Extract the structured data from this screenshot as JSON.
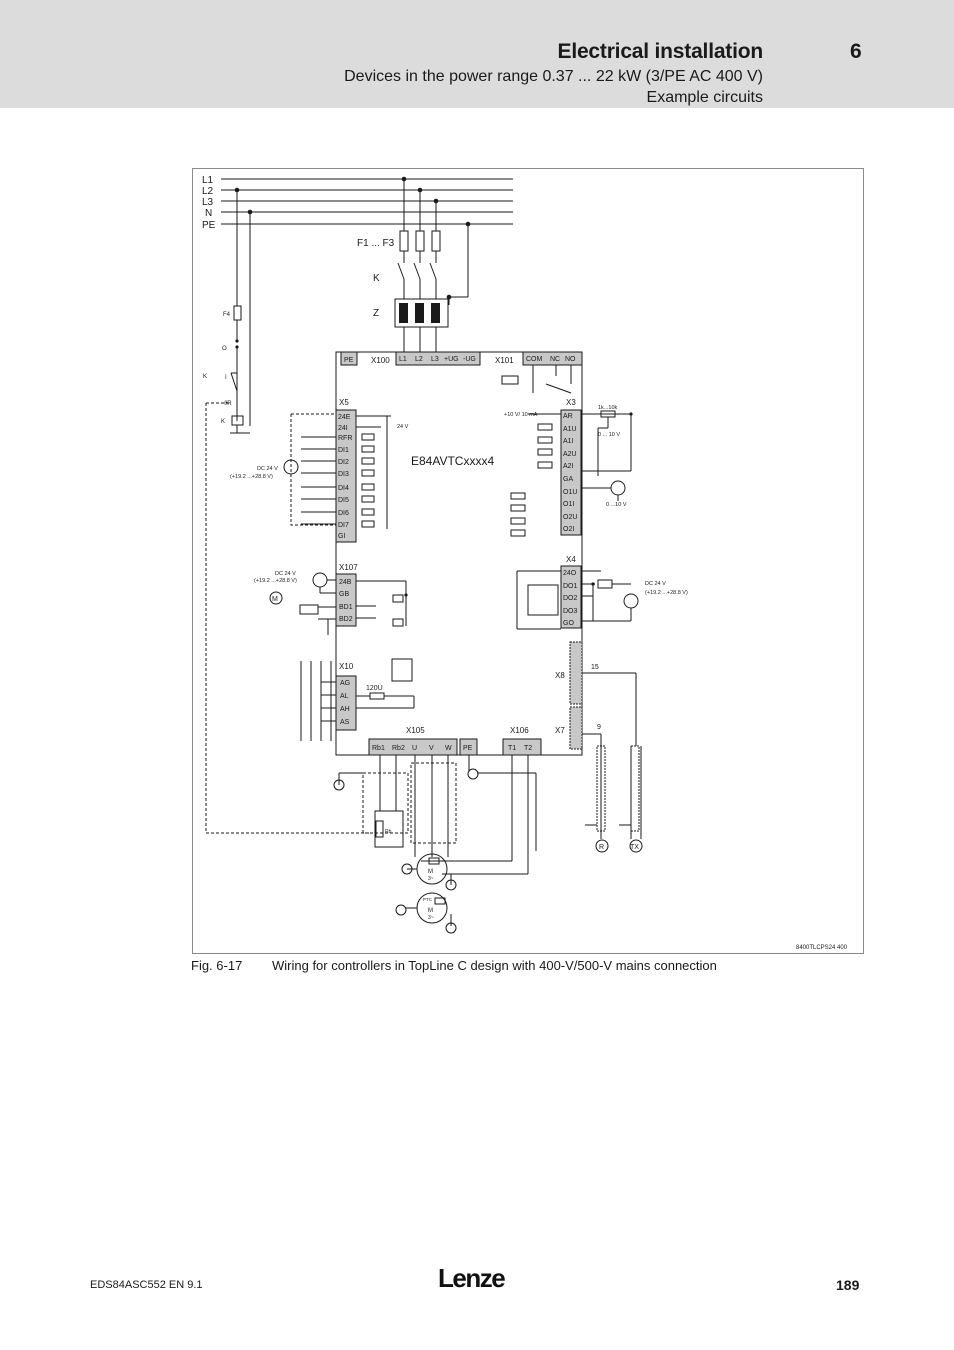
{
  "header": {
    "title": "Electrical installation",
    "chapter": "6",
    "subtitle_1": "Devices in the power range 0.37 ... 22 kW (3/PE AC 400 V)",
    "subtitle_2": "Example circuits"
  },
  "diagram": {
    "mains": [
      "L1",
      "L2",
      "L3",
      "N",
      "PE"
    ],
    "fuses_label": "F1 ... F3",
    "contactor_label": "K",
    "choke_label": "Z",
    "f4_label": "F4",
    "switch_o": "O",
    "switch_i": "I",
    "switch_k": "K",
    "theta_label": "ϑR",
    "k_coil": "K",
    "device": "E84AVTCxxxx4",
    "pe_terminal": "PE",
    "x100": {
      "label": "X100",
      "terminals": [
        "L1",
        "L2",
        "L3",
        "+UG",
        "-UG"
      ]
    },
    "x101": {
      "label": "X101",
      "terminals": [
        "COM",
        "NC",
        "NO"
      ]
    },
    "x5": {
      "label": "X5",
      "terminals": [
        "24E",
        "24I",
        "RFR",
        "DI1",
        "DI2",
        "DI3",
        "DI4",
        "DI5",
        "DI6",
        "DI7",
        "GI"
      ]
    },
    "x3": {
      "label": "X3",
      "terminals": [
        "AR",
        "A1U",
        "A1I",
        "A2U",
        "A2I",
        "GA",
        "O1U",
        "O1I",
        "O2U",
        "O2I"
      ]
    },
    "x107": {
      "label": "X107",
      "terminals": [
        "24B",
        "GB",
        "BD1",
        "BD2"
      ]
    },
    "x4": {
      "label": "X4",
      "terminals": [
        "24O",
        "DO1",
        "DO2",
        "DO3",
        "GO"
      ]
    },
    "x10": {
      "label": "X10",
      "terminals": [
        "AG",
        "AL",
        "AH",
        "AS"
      ]
    },
    "x105": {
      "label": "X105",
      "terminals": [
        "Rb1",
        "Rb2",
        "U",
        "V",
        "W"
      ]
    },
    "x105_pe": "PE",
    "x106": {
      "label": "X106",
      "terminals": [
        "T1",
        "T2"
      ]
    },
    "x8": "X8",
    "x7": "X7",
    "v24": "24 V",
    "ref_supply": "+10 V/\n10 mA",
    "pot": "1k...10k",
    "range_0_10": "0 ... 10 V",
    "meter_range": "0 ...10 V",
    "dc24_left_1": "DC 24 V",
    "dc24_left_2": "(+19.2 ...+28.8 V)",
    "dc24_x107_1": "DC 24 V",
    "dc24_x107_2": "(+19.2 ...+28.8 V)",
    "dc24_right_1": "DC 24 V",
    "dc24_right_2": "(+19.2 ...+28.8 V)",
    "r120": "120Ù",
    "pin15": "15",
    "pin9": "9",
    "r_label": "R",
    "tx_label": "TX",
    "motor_m": "M",
    "motor_3": "3~",
    "ptc": "PTC",
    "rb_label": "Rb",
    "fig_code": "8400TLCPS24 400"
  },
  "caption": {
    "number": "Fig. 6-17",
    "text": "Wiring for controllers in TopLine C design with 400-V/500-V mains connection"
  },
  "footer": {
    "doc": "EDS84ASC552   EN   9.1",
    "page": "189",
    "logo_text": "Lenze"
  }
}
